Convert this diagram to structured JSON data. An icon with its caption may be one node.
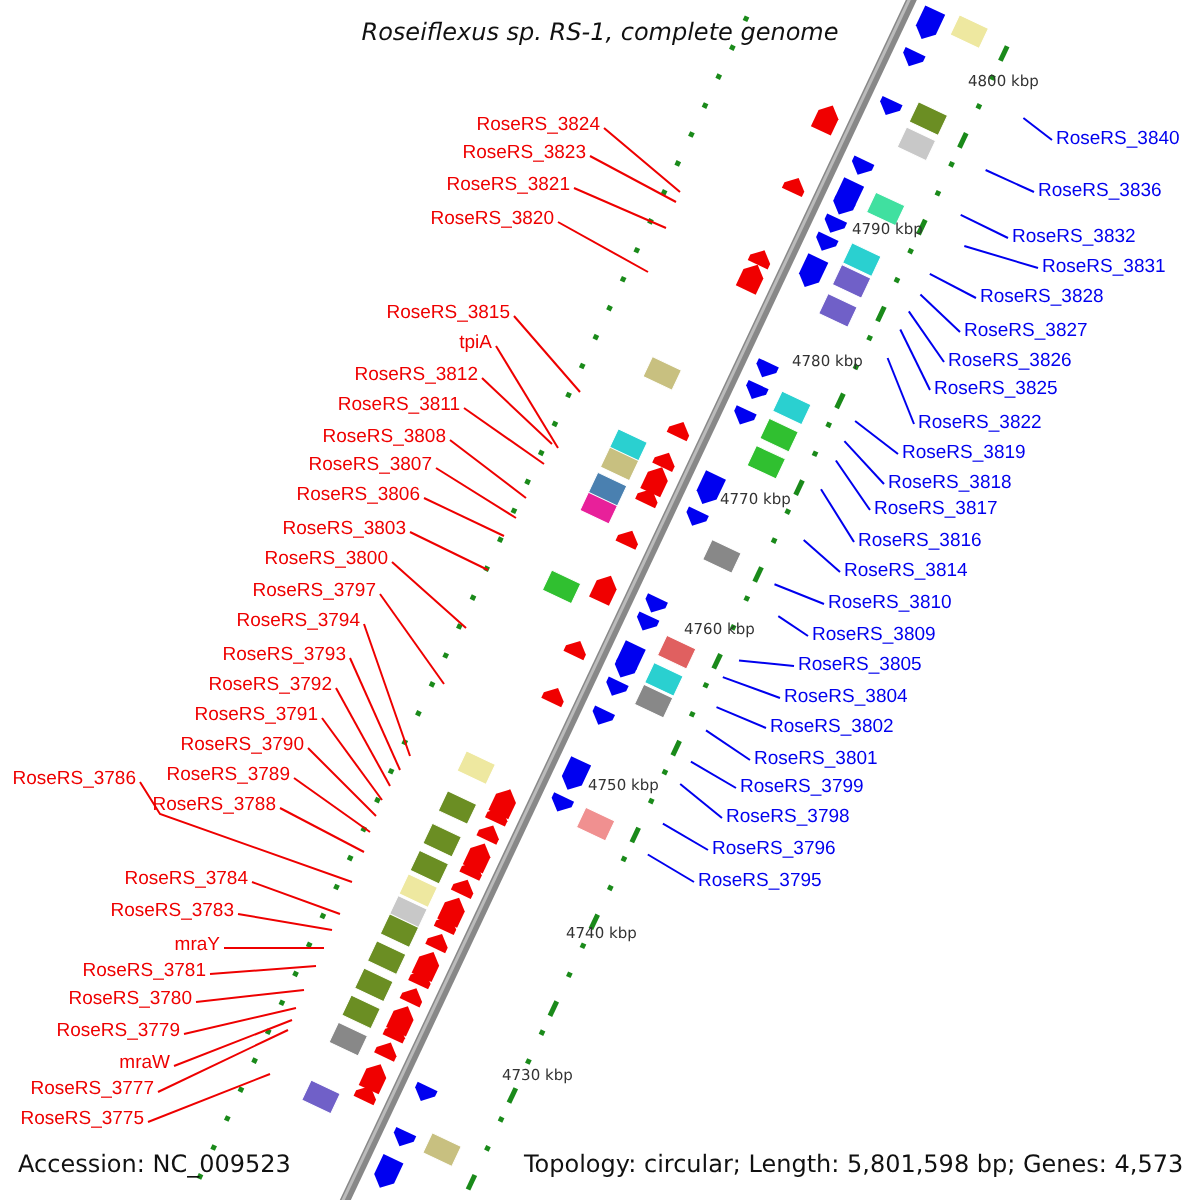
{
  "diagram": {
    "title": "Roseiflexus sp. RS-1, complete genome",
    "nodes": [
      {
        "text": [
          "RoseRS_3824"
        ]
      },
      {
        "text": [
          "RoseRS_3823"
        ]
      },
      {
        "text": [
          "RoseRS_3821"
        ]
      },
      {
        "text": [
          "RoseRS_3820"
        ]
      },
      {
        "text": [
          "RoseRS_3815"
        ]
      },
      {
        "text": [
          "tpiA"
        ]
      },
      {
        "text": [
          "RoseRS_3812"
        ]
      },
      {
        "text": [
          "RoseRS_3811"
        ]
      },
      {
        "text": [
          "RoseRS_3808"
        ]
      },
      {
        "text": [
          "RoseRS_3807"
        ]
      },
      {
        "text": [
          "RoseRS_3806"
        ]
      },
      {
        "text": [
          "RoseRS_3803"
        ]
      },
      {
        "text": [
          "RoseRS_3800"
        ]
      },
      {
        "text": [
          "RoseRS_3797"
        ]
      },
      {
        "text": [
          "RoseRS_3794"
        ]
      },
      {
        "text": [
          "RoseRS_3793"
        ]
      },
      {
        "text": [
          "RoseRS_3792"
        ]
      },
      {
        "text": [
          "RoseRS_3791"
        ]
      },
      {
        "text": [
          "RoseRS_3790"
        ]
      },
      {
        "text": [
          "RoseRS_3789"
        ]
      },
      {
        "text": [
          "RoseRS_3786"
        ]
      },
      {
        "text": [
          "RoseRS_3788"
        ]
      },
      {
        "text": [
          "RoseRS_3784"
        ]
      },
      {
        "text": [
          "RoseRS_3783"
        ]
      },
      {
        "text": [
          "mraY"
        ]
      },
      {
        "text": [
          "RoseRS_3781"
        ]
      },
      {
        "text": [
          "RoseRS_3780"
        ]
      },
      {
        "text": [
          "RoseRS_3779"
        ]
      },
      {
        "text": [
          "mraW"
        ]
      },
      {
        "text": [
          "RoseRS_3777"
        ]
      },
      {
        "text": [
          "RoseRS_3775"
        ]
      },
      {
        "text": [
          "RoseRS_3840"
        ]
      },
      {
        "text": [
          "RoseRS_3836"
        ]
      },
      {
        "text": [
          "RoseRS_3832"
        ]
      },
      {
        "text": [
          "RoseRS_3831"
        ]
      },
      {
        "text": [
          "RoseRS_3828"
        ]
      },
      {
        "text": [
          "RoseRS_3827"
        ]
      },
      {
        "text": [
          "RoseRS_3826"
        ]
      },
      {
        "text": [
          "RoseRS_3825"
        ]
      },
      {
        "text": [
          "RoseRS_3822"
        ]
      },
      {
        "text": [
          "RoseRS_3819"
        ]
      },
      {
        "text": [
          "RoseRS_3818"
        ]
      },
      {
        "text": [
          "RoseRS_3817"
        ]
      },
      {
        "text": [
          "RoseRS_3816"
        ]
      },
      {
        "text": [
          "RoseRS_3814"
        ]
      },
      {
        "text": [
          "RoseRS_3810"
        ]
      },
      {
        "text": [
          "RoseRS_3809"
        ]
      },
      {
        "text": [
          "RoseRS_3805"
        ]
      },
      {
        "text": [
          "RoseRS_3804"
        ]
      },
      {
        "text": [
          "RoseRS_3802"
        ]
      },
      {
        "text": [
          "RoseRS_3801"
        ]
      },
      {
        "text": [
          "RoseRS_3799"
        ]
      },
      {
        "text": [
          "RoseRS_3798"
        ]
      },
      {
        "text": [
          "RoseRS_3796"
        ]
      },
      {
        "text": [
          "RoseRS_3795"
        ]
      }
    ],
    "edges": [
      {
        "from": 0,
        "to": null,
        "arrow": "none"
      },
      {
        "from": 1,
        "to": null,
        "arrow": "none"
      },
      {
        "from": 2,
        "to": null,
        "arrow": "none"
      },
      {
        "from": 3,
        "to": null,
        "arrow": "none"
      },
      {
        "from": 4,
        "to": null,
        "arrow": "none"
      },
      {
        "from": 5,
        "to": null,
        "arrow": "none"
      },
      {
        "from": 6,
        "to": null,
        "arrow": "none"
      },
      {
        "from": 7,
        "to": null,
        "arrow": "none"
      },
      {
        "from": 8,
        "to": null,
        "arrow": "none"
      },
      {
        "from": 9,
        "to": null,
        "arrow": "none"
      },
      {
        "from": 10,
        "to": null,
        "arrow": "none"
      },
      {
        "from": 11,
        "to": null,
        "arrow": "none"
      },
      {
        "from": 12,
        "to": null,
        "arrow": "none"
      },
      {
        "from": 13,
        "to": null,
        "arrow": "none"
      },
      {
        "from": 14,
        "to": null,
        "arrow": "none"
      },
      {
        "from": 15,
        "to": null,
        "arrow": "none"
      },
      {
        "from": 16,
        "to": null,
        "arrow": "none"
      },
      {
        "from": 17,
        "to": null,
        "arrow": "none"
      },
      {
        "from": 18,
        "to": null,
        "arrow": "none"
      },
      {
        "from": 19,
        "to": null,
        "arrow": "none"
      },
      {
        "from": 20,
        "to": null,
        "arrow": "none"
      },
      {
        "from": 21,
        "to": null,
        "arrow": "none"
      },
      {
        "from": 22,
        "to": null,
        "arrow": "none"
      },
      {
        "from": 23,
        "to": null,
        "arrow": "none"
      },
      {
        "from": 24,
        "to": null,
        "arrow": "none"
      },
      {
        "from": 25,
        "to": null,
        "arrow": "none"
      },
      {
        "from": 26,
        "to": null,
        "arrow": "none"
      },
      {
        "from": 27,
        "to": null,
        "arrow": "none"
      },
      {
        "from": 28,
        "to": null,
        "arrow": "none"
      },
      {
        "from": 29,
        "to": null,
        "arrow": "none"
      },
      {
        "from": 30,
        "to": null,
        "arrow": "none"
      },
      {
        "from": 31,
        "to": null,
        "arrow": "none",
        "color": "#0000ee"
      },
      {
        "from": 32,
        "to": null,
        "arrow": "none",
        "color": "#0000ee"
      },
      {
        "from": 33,
        "to": null,
        "arrow": "none",
        "color": "#0000ee"
      },
      {
        "from": 34,
        "to": null,
        "arrow": "none",
        "color": "#0000ee"
      },
      {
        "from": 35,
        "to": null,
        "arrow": "none",
        "color": "#0000ee"
      },
      {
        "from": 36,
        "to": null,
        "arrow": "none",
        "color": "#0000ee"
      },
      {
        "from": 37,
        "to": null,
        "arrow": "none",
        "color": "#0000ee"
      },
      {
        "from": 38,
        "to": null,
        "arrow": "none",
        "color": "#0000ee"
      },
      {
        "from": 39,
        "to": null,
        "arrow": "none",
        "color": "#0000ee"
      },
      {
        "from": 40,
        "to": null,
        "arrow": "none",
        "color": "#0000ee"
      },
      {
        "from": 41,
        "to": null,
        "arrow": "none",
        "color": "#0000ee"
      },
      {
        "from": 42,
        "to": null,
        "arrow": "none",
        "color": "#0000ee"
      },
      {
        "from": 43,
        "to": null,
        "arrow": "none",
        "color": "#0000ee"
      },
      {
        "from": 44,
        "to": null,
        "arrow": "none",
        "color": "#0000ee"
      },
      {
        "from": 45,
        "to": null,
        "arrow": "none",
        "color": "#0000ee"
      },
      {
        "from": 46,
        "to": null,
        "arrow": "none",
        "color": "#0000ee"
      },
      {
        "from": 47,
        "to": null,
        "arrow": "none",
        "color": "#0000ee"
      },
      {
        "from": 48,
        "to": null,
        "arrow": "none",
        "color": "#0000ee"
      },
      {
        "from": 49,
        "to": null,
        "arrow": "none",
        "color": "#0000ee"
      },
      {
        "from": 50,
        "to": null,
        "arrow": "none",
        "color": "#0000ee"
      },
      {
        "from": 51,
        "to": null,
        "arrow": "none",
        "color": "#0000ee"
      },
      {
        "from": 52,
        "to": null,
        "arrow": "none",
        "color": "#0000ee"
      },
      {
        "from": 53,
        "to": null,
        "arrow": "none",
        "color": "#0000ee"
      },
      {
        "from": 54,
        "to": null,
        "arrow": "none",
        "color": "#0000ee"
      }
    ],
    "labels": [
      "4800 kbp",
      "4790 kbp",
      "4780 kbp",
      "4770 kbp",
      "4760 kbp",
      "4750 kbp",
      "4740 kbp",
      "4730 kbp",
      "Accession: NC_009523",
      "Topology: circular; Length: 5,801,598 bp; Genes: 4,573"
    ]
  }
}
